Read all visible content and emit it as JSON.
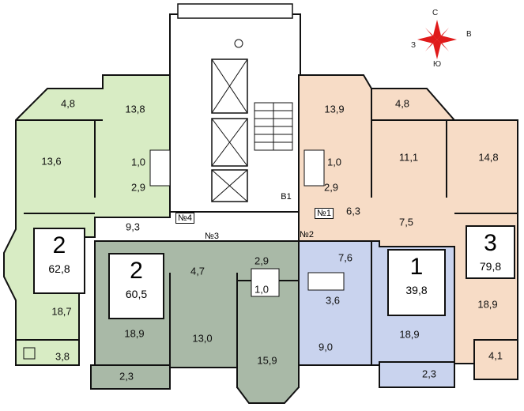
{
  "apartments": [
    {
      "rooms": "2",
      "area": "62,8",
      "color": "#d8ecc4"
    },
    {
      "rooms": "2",
      "area": "60,5",
      "color": "#a9b9a7"
    },
    {
      "rooms": "1",
      "area": "39,8",
      "color": "#c9d3ee"
    },
    {
      "rooms": "3",
      "area": "79,8",
      "color": "#f7dcc6"
    }
  ],
  "room_areas": {
    "a1_loggia_top": "4,8",
    "a1_room_top": "13,8",
    "a1_room_left": "13,6",
    "a1_wc": "1,0",
    "a1_bath": "2,9",
    "a1_hall": "9,3",
    "a1_room_big": "18,7",
    "a1_loggia": "3,8",
    "a2_hall": "4,7",
    "a2_bath": "2,9",
    "a2_wc": "1,0",
    "a2_room": "18,9",
    "a2_kitchen": "13,0",
    "a2_room_bay": "15,9",
    "a2_loggia": "2,3",
    "a3_hall": "7,6",
    "a3_bath": "3,6",
    "a3_kitchen": "9,0",
    "a3_room": "18,9",
    "a3_loggia": "2,3",
    "a4_room_top": "13,9",
    "a4_loggia_top": "4,8",
    "a4_wc": "1,0",
    "a4_bath": "2,9",
    "a4_room_mid": "11,1",
    "a4_room_right": "14,8",
    "a4_corridor": "6,3",
    "a4_hall": "7,5",
    "a4_room": "18,9",
    "a4_loggia": "4,1"
  },
  "door_labels": {
    "n1": "№1",
    "n2": "№2",
    "n3": "№3",
    "n4": "№4"
  },
  "compass": {
    "north": "С",
    "east": "В",
    "south": "Ю",
    "west": "З",
    "color": "#e01a1a"
  },
  "markers": {
    "shaft": "B1"
  }
}
